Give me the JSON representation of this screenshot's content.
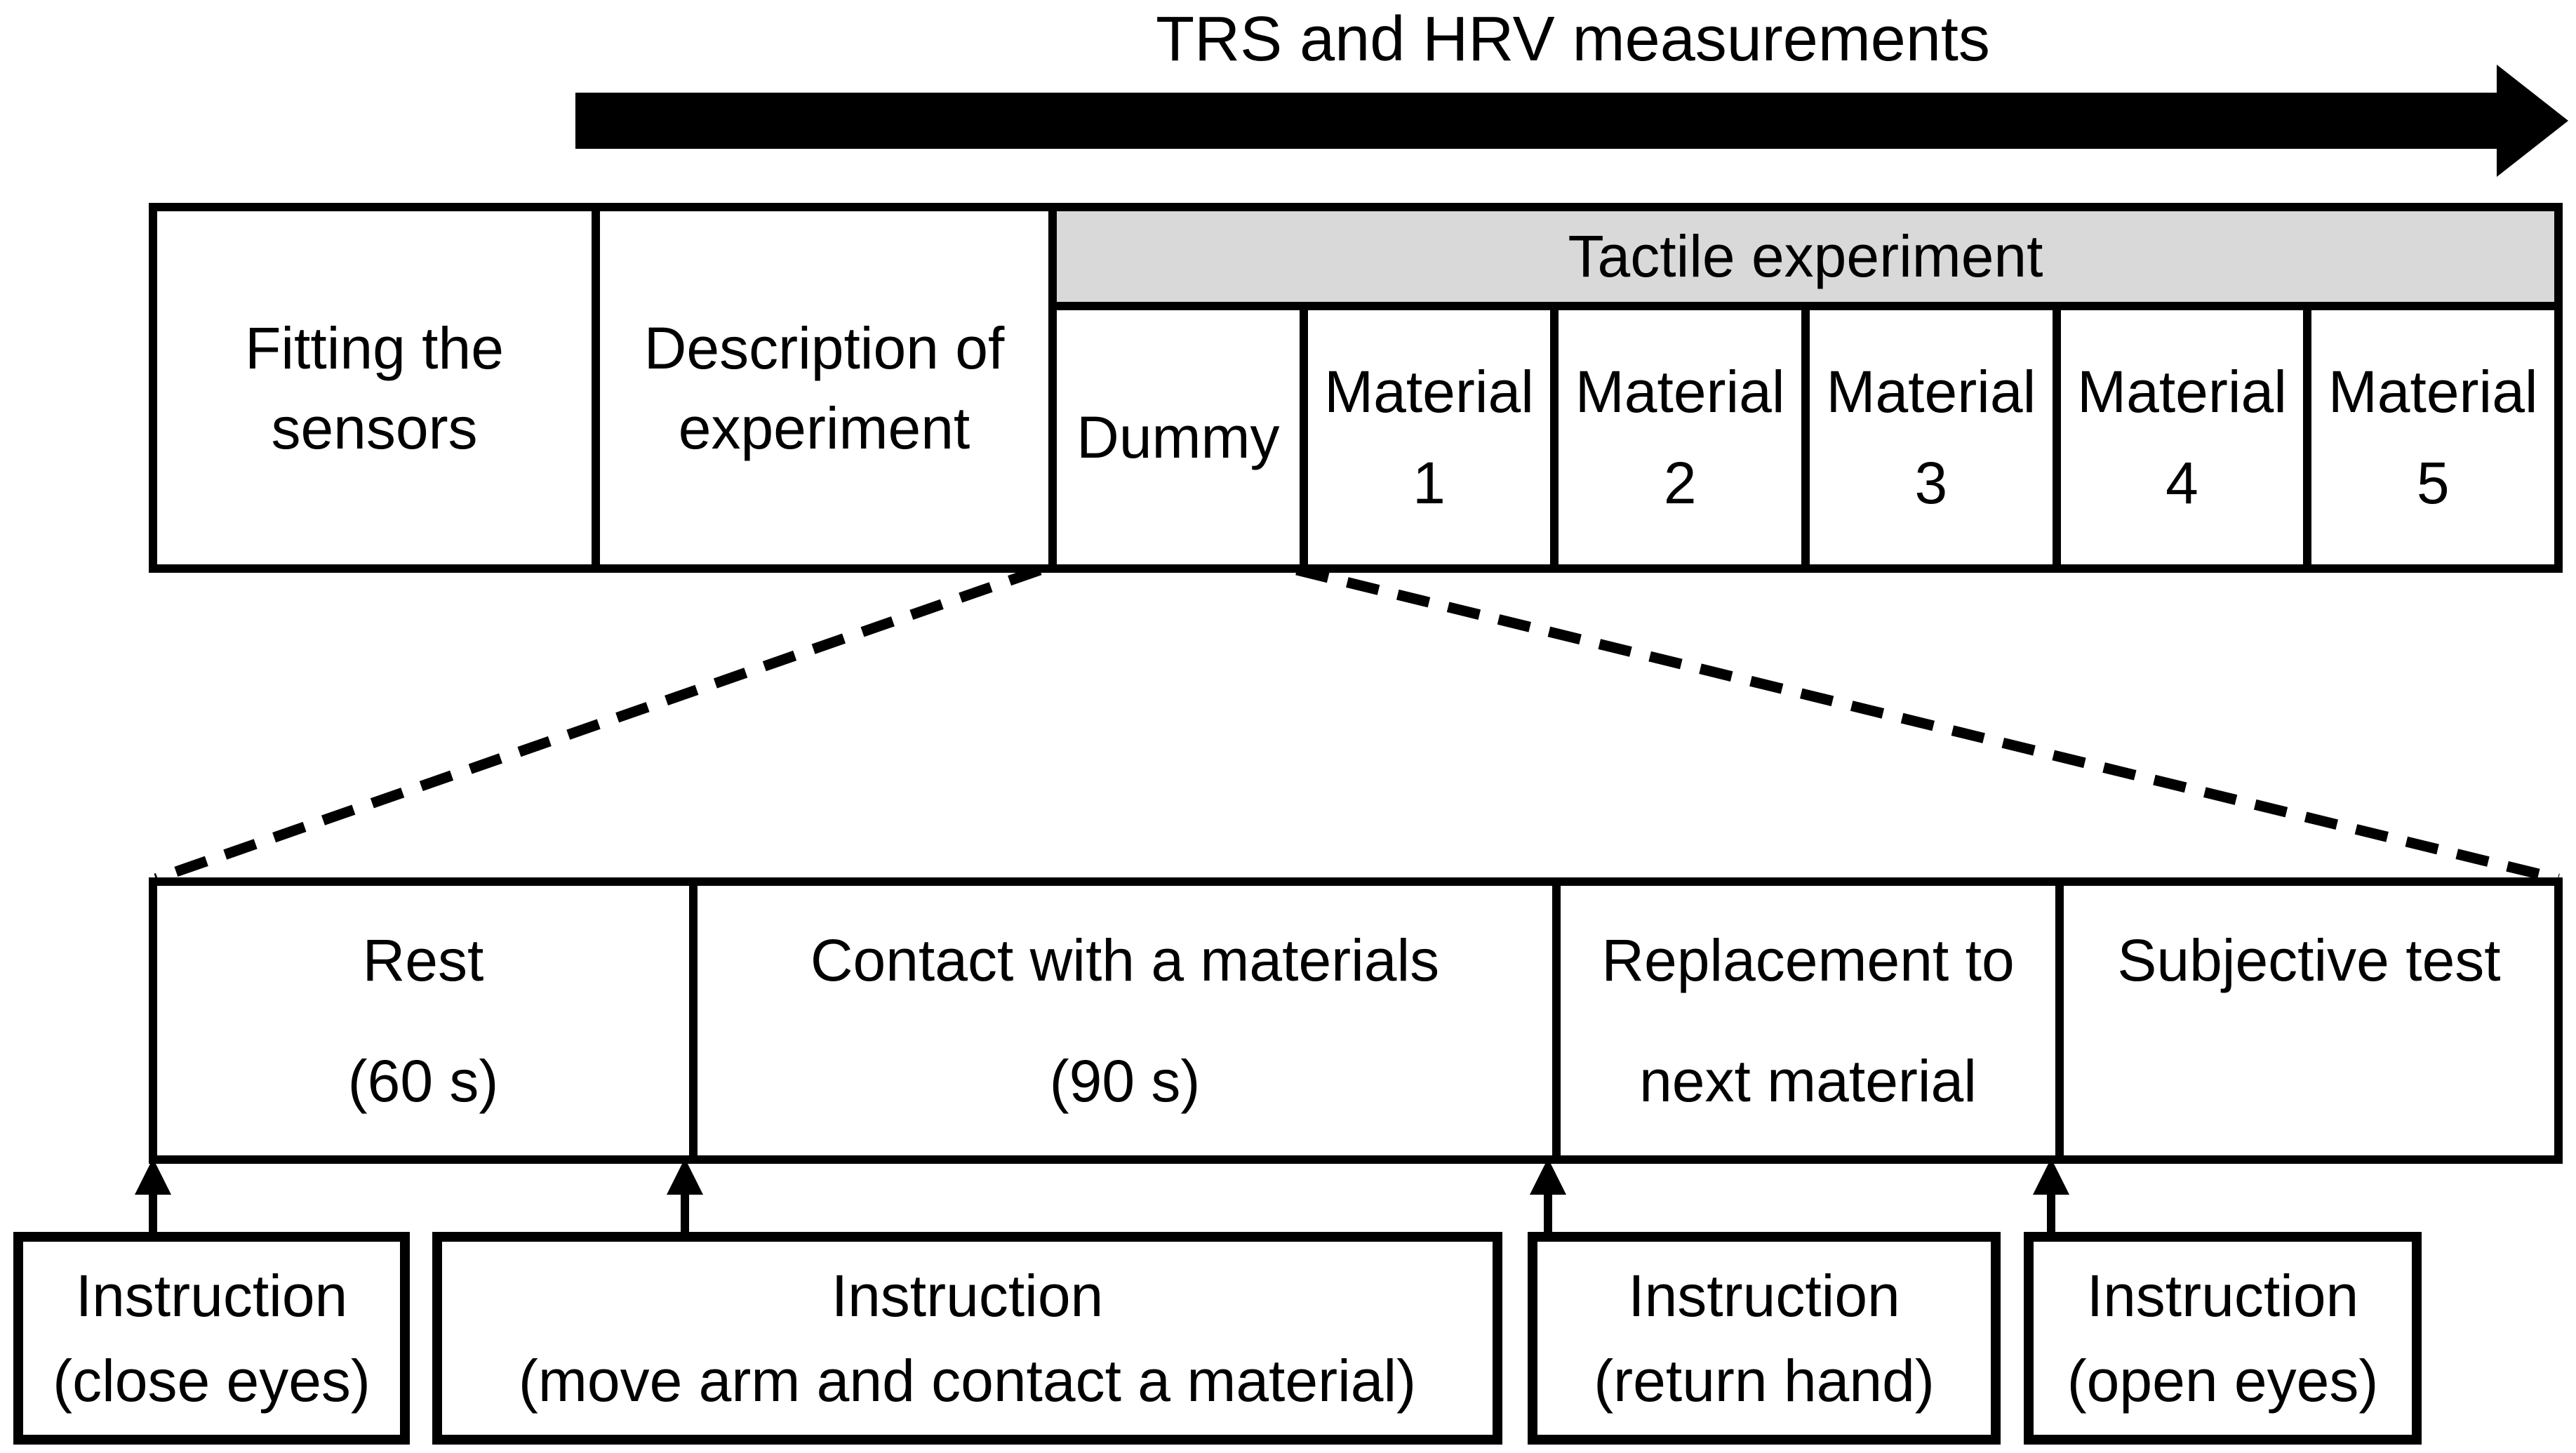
{
  "title": "TRS and HRV measurements",
  "colors": {
    "background": "#ffffff",
    "line": "#000000",
    "tactile_header_fill": "#d9d9d9"
  },
  "icons": {
    "timeline_arrow": "right-arrow",
    "instruction_arrows": "up-arrow",
    "expansion_lines": "dashed-line"
  },
  "main_row": {
    "cells": [
      {
        "lines": [
          "Fitting the",
          "sensors"
        ]
      },
      {
        "lines": [
          "Description of",
          "experiment"
        ]
      }
    ],
    "tactile": {
      "header": "Tactile experiment",
      "cells": [
        {
          "lines": [
            "Dummy"
          ]
        },
        {
          "lines": [
            "Material",
            "1"
          ]
        },
        {
          "lines": [
            "Material",
            "2"
          ]
        },
        {
          "lines": [
            "Material",
            "3"
          ]
        },
        {
          "lines": [
            "Material",
            "4"
          ]
        },
        {
          "lines": [
            "Material",
            "5"
          ]
        }
      ]
    }
  },
  "detail_row": {
    "cells": [
      {
        "lines": [
          "Rest",
          "(60 s)"
        ]
      },
      {
        "lines": [
          "Contact with a materials",
          "(90 s)"
        ]
      },
      {
        "lines": [
          "Replacement to",
          "next material"
        ]
      },
      {
        "lines": [
          "Subjective test"
        ]
      }
    ]
  },
  "instructions": [
    {
      "lines": [
        "Instruction",
        "(close eyes)"
      ]
    },
    {
      "lines": [
        "Instruction",
        "(move arm and contact a material)"
      ]
    },
    {
      "lines": [
        "Instruction",
        "(return hand)"
      ]
    },
    {
      "lines": [
        "Instruction",
        "(open eyes)"
      ]
    }
  ]
}
